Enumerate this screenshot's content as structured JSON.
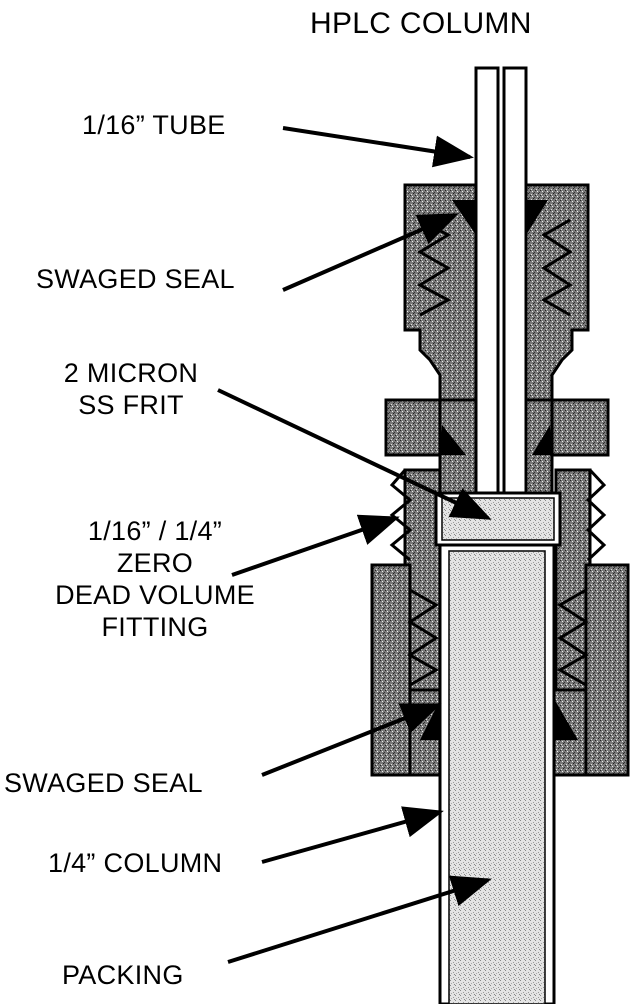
{
  "title": "HPLC COLUMN",
  "labels": {
    "tube": "1/16” TUBE",
    "swaged_seal_top": "SWAGED SEAL",
    "frit_line1": "2 MICRON",
    "frit_line2": "SS FRIT",
    "fitting_line1": "1/16” /  1/4”",
    "fitting_line2": "ZERO",
    "fitting_line3": "DEAD VOLUME",
    "fitting_line4": "FITTING",
    "swaged_seal_bottom": "SWAGED SEAL",
    "column": "1/4”  COLUMN",
    "packing": "PACKING"
  },
  "colors": {
    "ink": "#000000",
    "background": "#ffffff",
    "stipple_dark": "#6e6e6e",
    "stipple_light": "#dcdcdc"
  }
}
